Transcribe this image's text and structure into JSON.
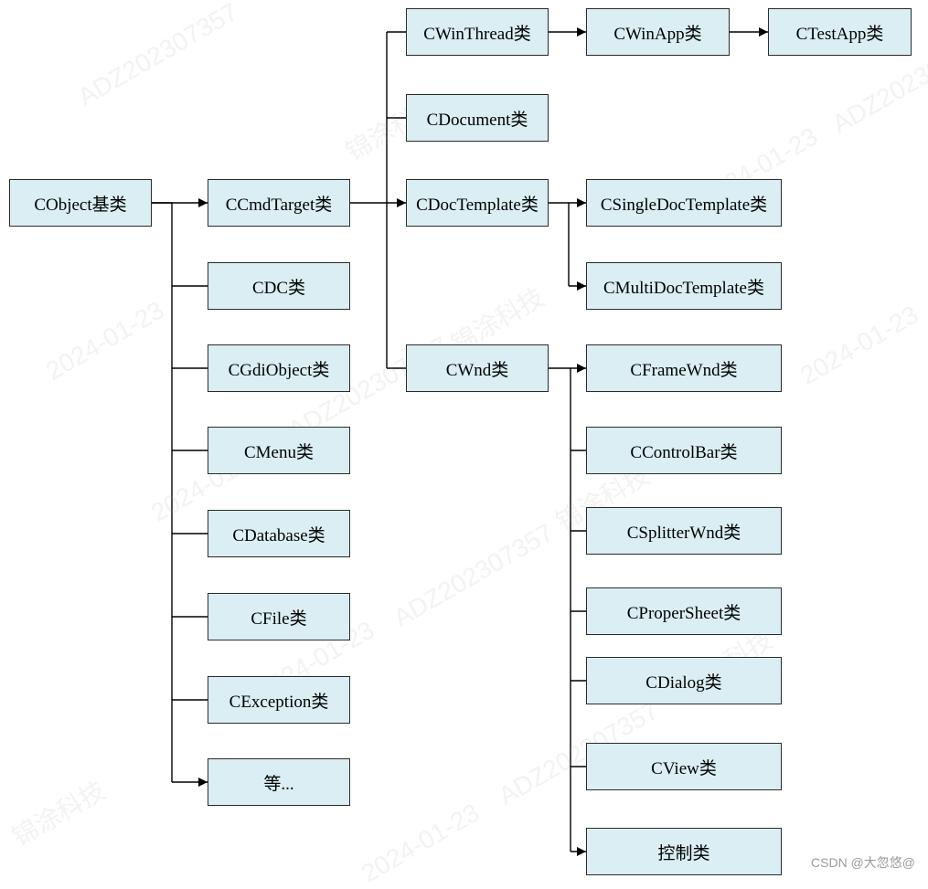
{
  "nodes": {
    "cobject": "CObject基类",
    "ccmdtarget": "CCmdTarget类",
    "cdc": "CDC类",
    "cgdiobject": "CGdiObject类",
    "cmenu": "CMenu类",
    "cdatabase": "CDatabase类",
    "cfile": "CFile类",
    "cexception": "CException类",
    "etc": "等...",
    "cwinthread": "CWinThread类",
    "cwinapp": "CWinApp类",
    "ctestapp": "CTestApp类",
    "cdocument": "CDocument类",
    "cdoctemplate": "CDocTemplate类",
    "csingledoctemplate": "CSingleDocTemplate类",
    "cmultidoctemplate": "CMultiDocTemplate类",
    "cwnd": "CWnd类",
    "cframewnd": "CFrameWnd类",
    "ccontrolbar": "CControlBar类",
    "csplitterwnd": "CSplitterWnd类",
    "cpropersheet": "CProperSheet类",
    "cdialog": "CDialog类",
    "cview": "CView类",
    "controls": "控制类"
  },
  "watermark": {
    "id": "ADZ202307357",
    "date": "2024-01-23",
    "brand": "锦涂科技"
  },
  "credit": "CSDN @大忽悠@",
  "colors": {
    "node_fill": "#daeef3",
    "node_border": "#2b2b2b",
    "connector": "#000000"
  }
}
